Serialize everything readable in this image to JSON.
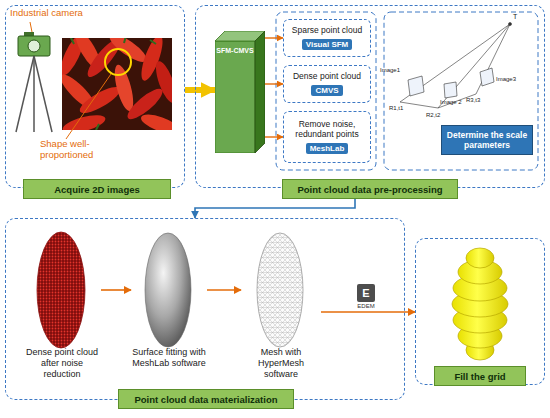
{
  "diagram": {
    "nodes": [
      {
        "text": [
          "Acquire 2D images"
        ]
      },
      {
        "text": [
          "Point cloud data pre-processing"
        ]
      },
      {
        "text": [
          "SFM-CMVS"
        ],
        "in": 1
      },
      {
        "text": [
          "Sparse point cloud",
          "Visual SFM"
        ],
        "in": 1
      },
      {
        "text": [
          "Dense point cloud",
          "CMVS"
        ],
        "in": 1
      },
      {
        "text": [
          "Remove noise, redundant points",
          "MeshLab"
        ],
        "in": 1
      },
      {
        "text": [
          "Determine the scale parameters"
        ],
        "in": 1
      },
      {
        "text": [
          "Point cloud data materialization"
        ]
      },
      {
        "text": [
          "Dense point cloud after noise reduction"
        ],
        "in": 7
      },
      {
        "text": [
          "Surface fitting with MeshLab software"
        ],
        "in": 7
      },
      {
        "text": [
          "Mesh with HyperMesh software"
        ],
        "in": 7
      },
      {
        "text": [
          "Fill the grid"
        ]
      }
    ],
    "edges": [
      {
        "from": 0,
        "to": 2,
        "arrow": "to"
      },
      {
        "from": 2,
        "to": 3,
        "arrow": "to"
      },
      {
        "from": 2,
        "to": 4,
        "arrow": "to"
      },
      {
        "from": 2,
        "to": 5,
        "arrow": "to"
      },
      {
        "from": 1,
        "to": 7,
        "arrow": "to"
      },
      {
        "from": 8,
        "to": 9,
        "arrow": "to"
      },
      {
        "from": 9,
        "to": 10,
        "arrow": "to"
      },
      {
        "from": 10,
        "to": 11,
        "arrow": "to"
      }
    ],
    "labels": [
      "Industrial camera",
      "Shape well-proportioned",
      "Image1",
      "Image 2",
      "Image3",
      "R1,t1",
      "R2,t2",
      "R3,t3",
      "T",
      "E",
      "EDEM"
    ]
  }
}
